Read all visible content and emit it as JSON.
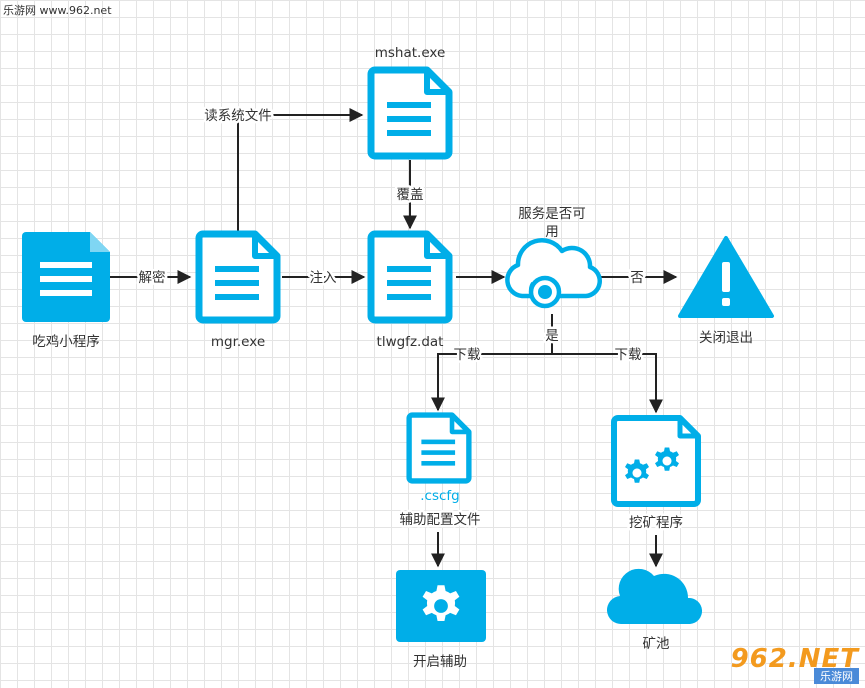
{
  "watermark": {
    "top_left": "乐游网 www.962.net",
    "logo_brand": "962.NET",
    "logo_sub": "乐游网"
  },
  "nodes": {
    "chicken_app": {
      "label": "吃鸡小程序",
      "icon": "document-icon"
    },
    "mgr": {
      "label": "mgr.exe",
      "icon": "document-icon"
    },
    "mshat": {
      "label": "mshat.exe",
      "icon": "document-icon"
    },
    "tlwgfz": {
      "label": "tlwgfz.dat",
      "icon": "document-icon"
    },
    "service": {
      "label_line1": "服务是否可",
      "label_line2": "用",
      "icon": "cloud-gear-icon"
    },
    "close_exit": {
      "label": "关闭退出",
      "icon": "warning-icon"
    },
    "cscfg": {
      "label_ext": ".cscfg",
      "label": "辅助配置文件",
      "icon": "document-icon"
    },
    "miner": {
      "label": "挖矿程序",
      "icon": "gears-icon"
    },
    "start_aux": {
      "label": "开启辅助",
      "icon": "gear-icon"
    },
    "pool": {
      "label": "矿池",
      "icon": "cloud-icon"
    }
  },
  "edges": {
    "decrypt": "解密",
    "read_sys_file": "读系统文件",
    "overwrite": "覆盖",
    "inject": "注入",
    "no": "否",
    "yes": "是",
    "download_left": "下载",
    "download_right": "下载"
  },
  "colors": {
    "accent": "#00aee8",
    "line": "#222222",
    "text": "#333333"
  }
}
